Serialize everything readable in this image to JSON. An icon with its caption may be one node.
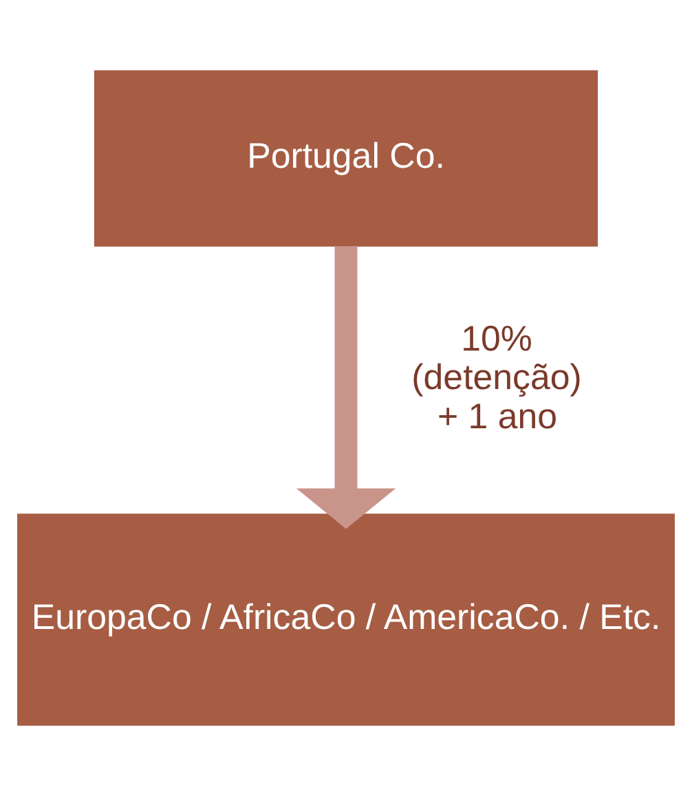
{
  "diagram": {
    "nodes": [
      {
        "text": [
          "Portugal Co."
        ]
      },
      {
        "text": [
          "EuropaCo / AfricaCo / AmericaCo. / Etc."
        ]
      }
    ],
    "edges": [
      {
        "from": 0,
        "to": 1,
        "arrow": "to",
        "label": "10% (detenção) + 1 ano"
      }
    ]
  }
}
